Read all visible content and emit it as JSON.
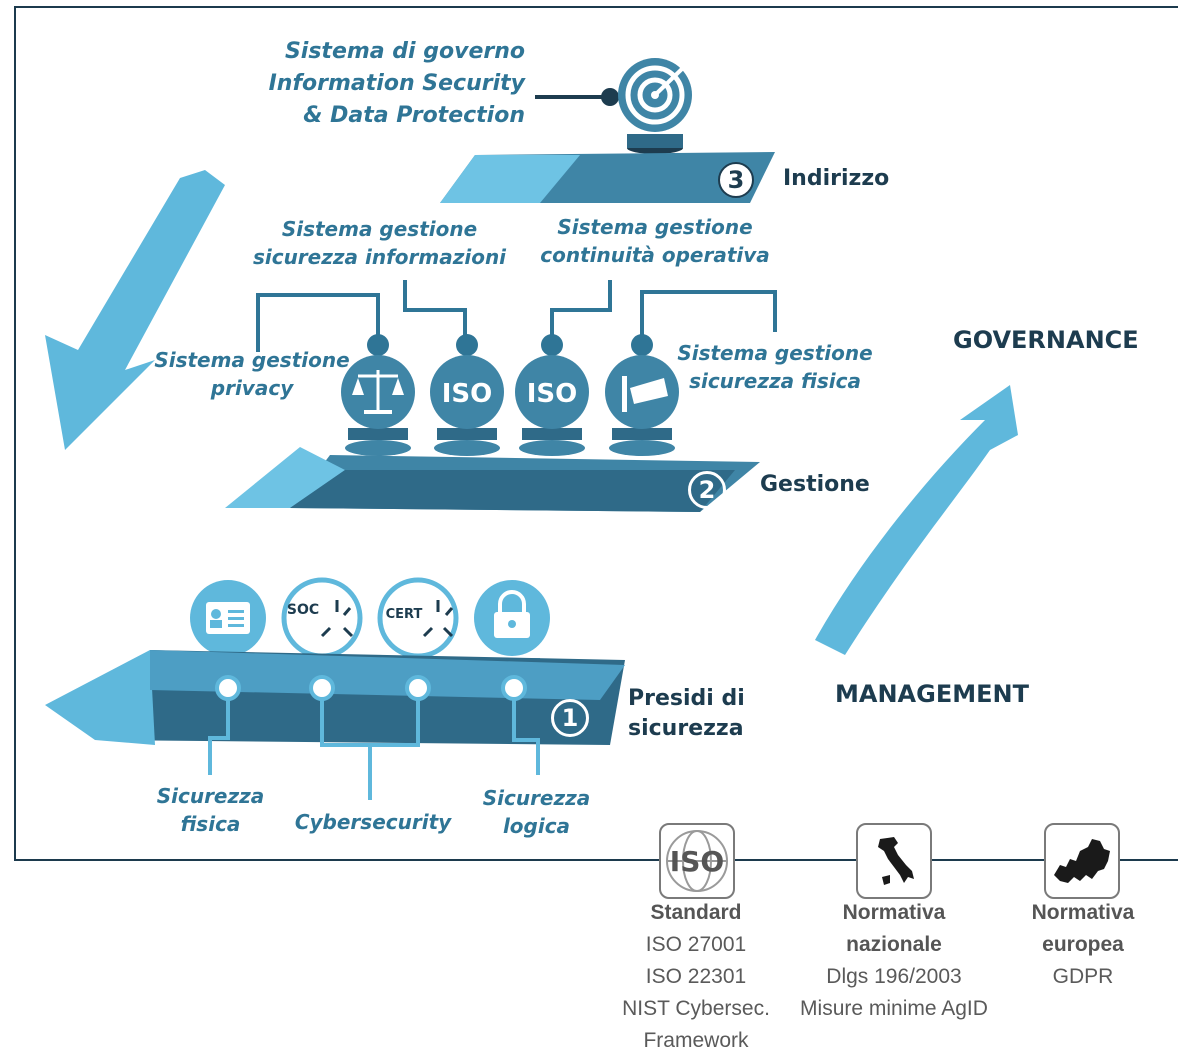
{
  "top": {
    "title_lines": [
      "Sistema di governo",
      "Information Security",
      "& Data Protection"
    ]
  },
  "levels": {
    "level3": {
      "number": "3",
      "label": "Indirizzo"
    },
    "level2": {
      "number": "2",
      "label": "Gestione"
    },
    "level1": {
      "number": "1",
      "label_lines": [
        "Presidi di",
        "sicurezza"
      ]
    }
  },
  "gestione_labels": {
    "sicurezza_informazioni": [
      "Sistema  gestione",
      "sicurezza informazioni"
    ],
    "continuita_operativa": [
      "Sistema  gestione",
      "continuità operativa"
    ],
    "privacy": [
      "Sistema gestione",
      "privacy"
    ],
    "sicurezza_fisica": [
      "Sistema gestione",
      "sicurezza fisica"
    ]
  },
  "icon_texts": {
    "iso": "ISO",
    "soc": "SOC",
    "cert": "CERT"
  },
  "presidi_labels": {
    "fisica": [
      "Sicurezza",
      "fisica"
    ],
    "cyber": [
      "Cybersecurity"
    ],
    "logica": [
      "Sicurezza",
      "logica"
    ]
  },
  "side_labels": {
    "governance": "GOVERNANCE",
    "management": "MANAGEMENT"
  },
  "references": [
    {
      "icon": "iso-globe-icon",
      "icon_text": "ISO",
      "heading": [
        "Standard"
      ],
      "lines": [
        "ISO 27001",
        "ISO 22301",
        "NIST Cybersec.",
        "Framework"
      ]
    },
    {
      "icon": "italy-map-icon",
      "heading": [
        "Normativa",
        "nazionale"
      ],
      "lines": [
        "Dlgs 196/2003",
        "Misure minime AgID"
      ]
    },
    {
      "icon": "europe-map-icon",
      "heading": [
        "Normativa",
        "europea"
      ],
      "lines": [
        "GDPR"
      ]
    }
  ],
  "colors": {
    "light_blue": "#5fb8dc",
    "mid_blue": "#3f85a6",
    "dark_blue": "#1d3c4f",
    "text_blue": "#2f7596"
  }
}
